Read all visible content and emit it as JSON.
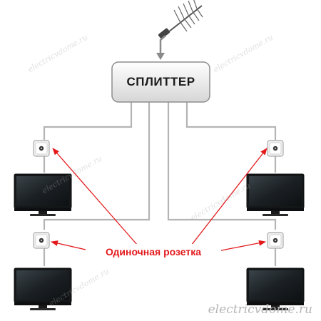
{
  "splitter": {
    "label": "СПЛИТТЕР"
  },
  "callout": {
    "label": "Одиночная розетка"
  },
  "watermark": {
    "text": "electricvdome.ru",
    "faint_text": "electricvdome.ru"
  },
  "icons": {
    "antenna": "antenna-icon",
    "socket": "tv-socket-icon",
    "tv": "tv-icon"
  },
  "colors": {
    "cable": "#b4b4b4",
    "arrow": "#e3191c",
    "splitter_border": "#8e8e8e",
    "tv_screen": "#1e2326"
  }
}
